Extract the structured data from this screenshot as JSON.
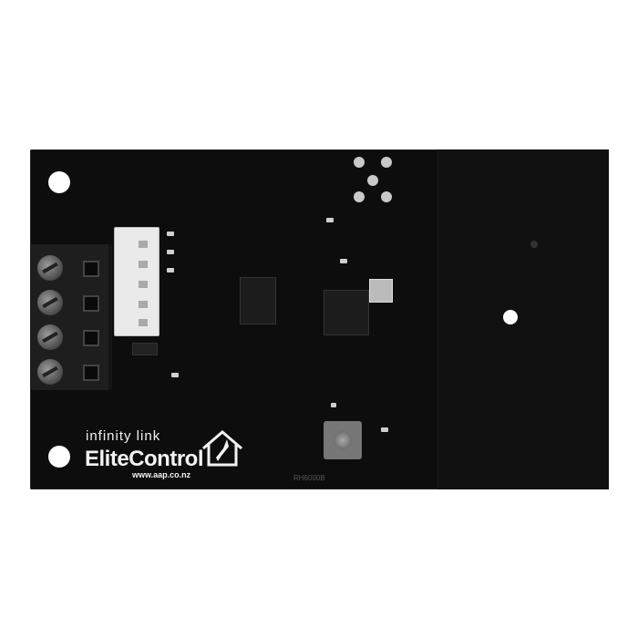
{
  "image": {
    "subject": "Circuit board module (product photo)",
    "silkscreen": {
      "product_line": "infinity link",
      "brand": "EliteControl",
      "url": "www.aap.co.nz",
      "part_code": "RH6000B"
    },
    "colors": {
      "board": "#0d0d0d",
      "silkscreen": "#f2f2f2",
      "background": "#ffffff",
      "terminal_block": "#1e1e1e",
      "connector": "#eaeaea"
    },
    "terminal_screws": 4,
    "connector_pins": 5
  }
}
